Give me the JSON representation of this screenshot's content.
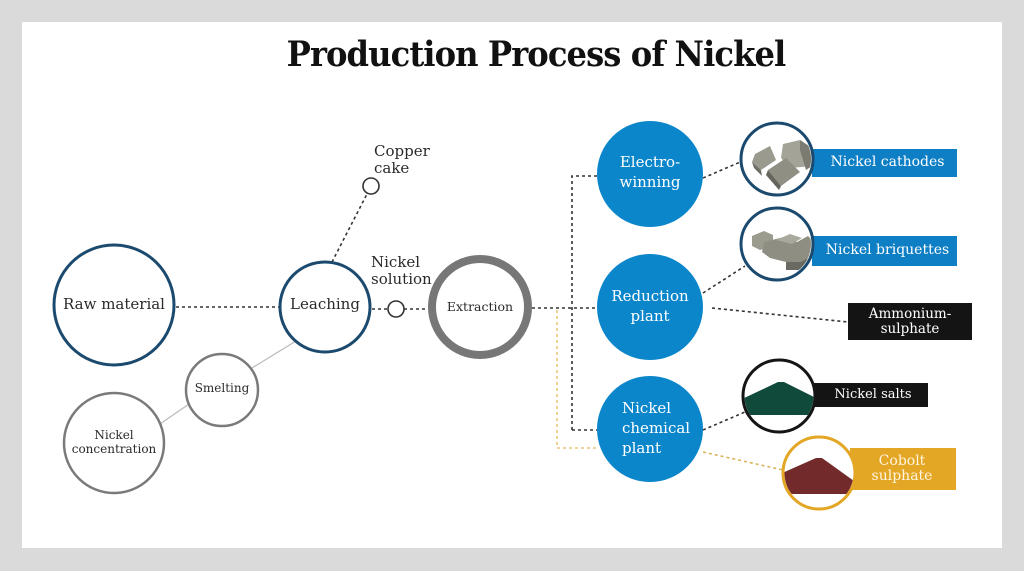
{
  "title": "Production Process of Nickel",
  "colors": {
    "background_frame": "#dadada",
    "card": "#ffffff",
    "navy_ring": "#1b4a6e",
    "gray_ring": "#7a7a7a",
    "extraction_ring": "#777777",
    "process_blue": "#0b86cb",
    "label_blue": "#0e7fc4",
    "label_black": "#141414",
    "gold": "#e3a625",
    "salt_green": "#0f4a3a",
    "cobalt_red": "#722a2a",
    "metal_gray": "#8f8f84"
  },
  "nodes": {
    "raw_material": "Raw material",
    "leaching": "Leaching",
    "copper_cake": [
      "Copper",
      "cake"
    ],
    "nickel_solution": [
      "Nickel",
      "solution"
    ],
    "extraction": "Extraction",
    "smelting": "Smelting",
    "nickel_concentration": [
      "Nickel",
      "concentration"
    ]
  },
  "plants": {
    "electrowinning": [
      "Electro-",
      "winning"
    ],
    "reduction_plant": [
      "Reduction",
      "plant"
    ],
    "nickel_chemical_plant": [
      "Nickel",
      "chemical",
      "plant"
    ]
  },
  "products": {
    "nickel_cathodes": "Nickel cathodes",
    "nickel_briquettes": "Nickel briquettes",
    "ammonium_sulphate": [
      "Ammonium-",
      "sulphate"
    ],
    "nickel_salts": "Nickel salts",
    "cobolt_sulphate": [
      "Cobolt",
      "sulphate"
    ]
  },
  "icons": {
    "nickel_cathodes": "metal-plates-icon",
    "nickel_briquettes": "metal-briquettes-icon",
    "nickel_salts": "green-salt-pile-icon",
    "cobolt_sulphate": "red-powder-pile-icon"
  }
}
